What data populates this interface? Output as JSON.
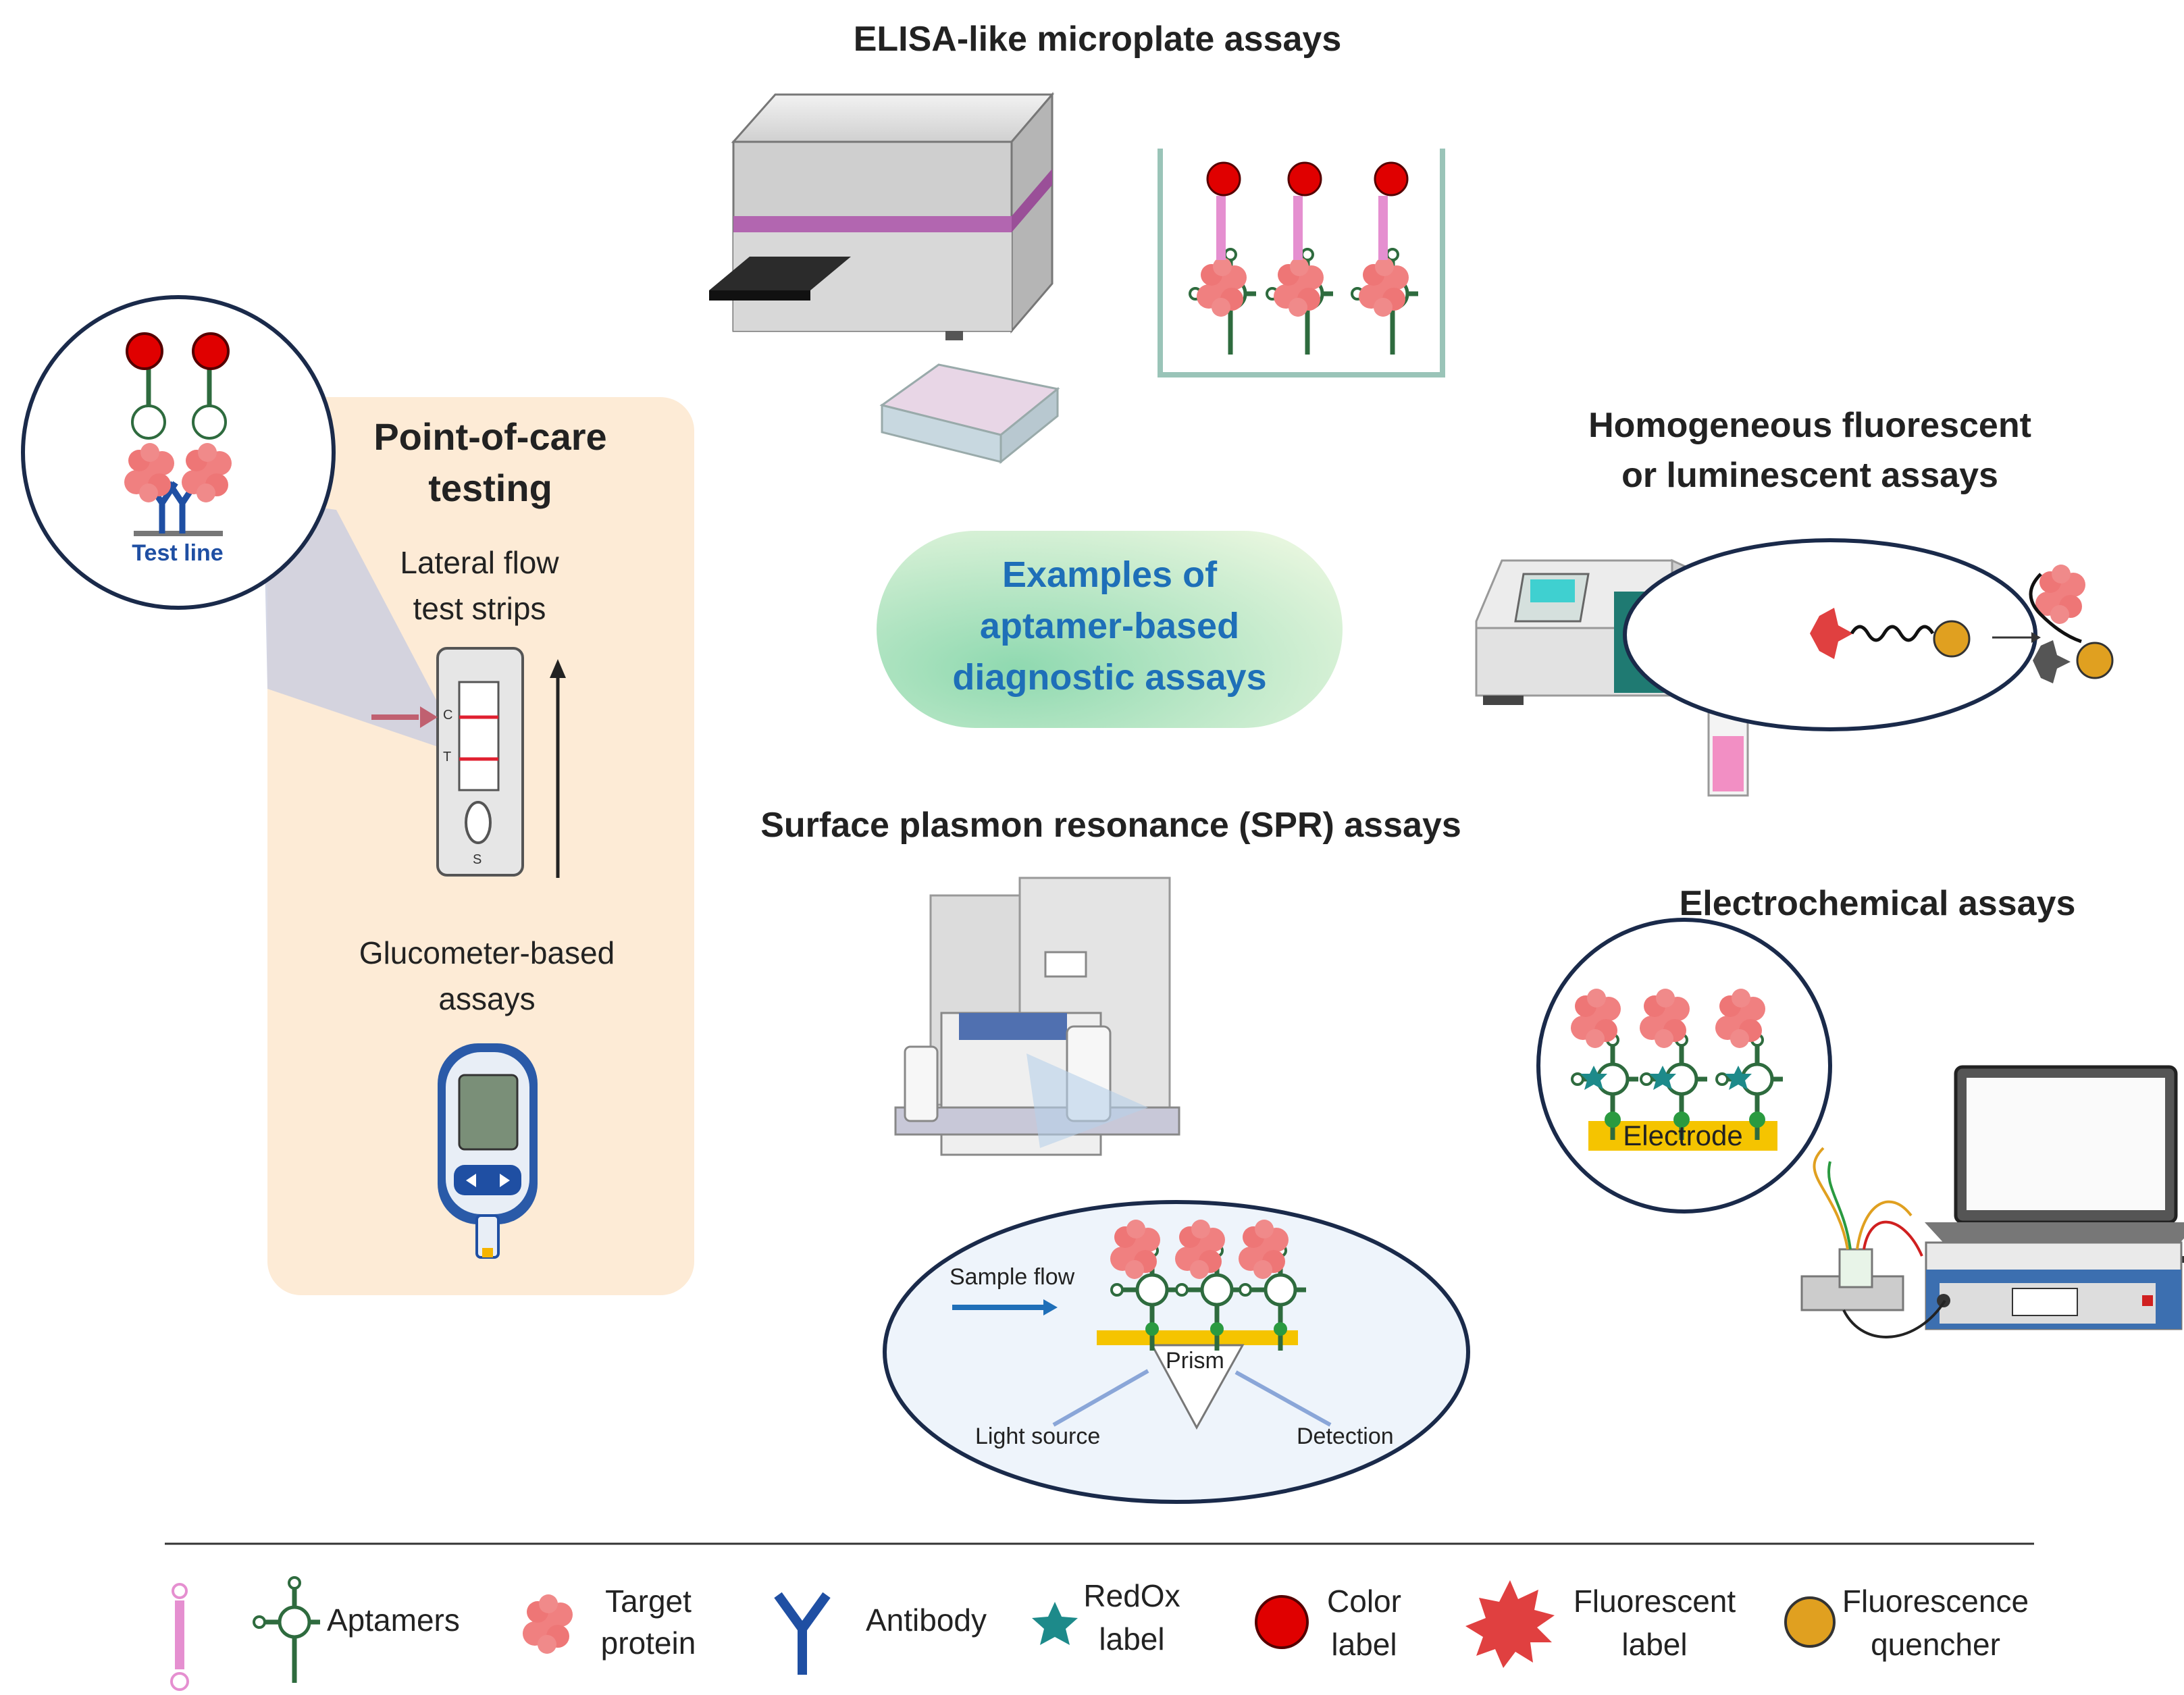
{
  "center": {
    "line1": "Examples of",
    "line2": "aptamer-based",
    "line3": "diagnostic assays"
  },
  "elisa": {
    "title": "ELISA-like microplate assays"
  },
  "homogeneous": {
    "title_line1": "Homogeneous fluorescent",
    "title_line2": "or luminescent assays"
  },
  "spr": {
    "title": "Surface plasmon resonance (SPR) assays",
    "sample_flow": "Sample flow",
    "prism": "Prism",
    "light_source": "Light source",
    "detection": "Detection"
  },
  "electrochemical": {
    "title": "Electrochemical assays",
    "electrode": "Electrode"
  },
  "poc": {
    "title_line1": "Point-of-care",
    "title_line2": "testing",
    "lateral_line1": "Lateral flow",
    "lateral_line2": "test strips",
    "gluco_line1": "Glucometer-based",
    "gluco_line2": "assays",
    "test_line": "Test line",
    "strip_c": "C",
    "strip_t": "T",
    "strip_s": "S"
  },
  "legend": {
    "aptamers": "Aptamers",
    "target1": "Target",
    "target2": "protein",
    "antibody": "Antibody",
    "redox1": "RedOx",
    "redox2": "label",
    "color1": "Color",
    "color2": "label",
    "fluor1": "Fluorescent",
    "fluor2": "label",
    "quench1": "Fluorescence",
    "quench2": "quencher"
  },
  "colors": {
    "aptamer_green": "#2e6b3e",
    "aptamer_pink": "#e58fd0",
    "protein": "#f08080",
    "antibody": "#1f4fa3",
    "redox": "#1d8a8a",
    "color_label": "#e00000",
    "fluor_label": "#e04040",
    "quencher": "#e0a020",
    "center_text": "#1e6fb8",
    "poc_panel": "#fdebd6",
    "electrode": "#f5c400"
  }
}
